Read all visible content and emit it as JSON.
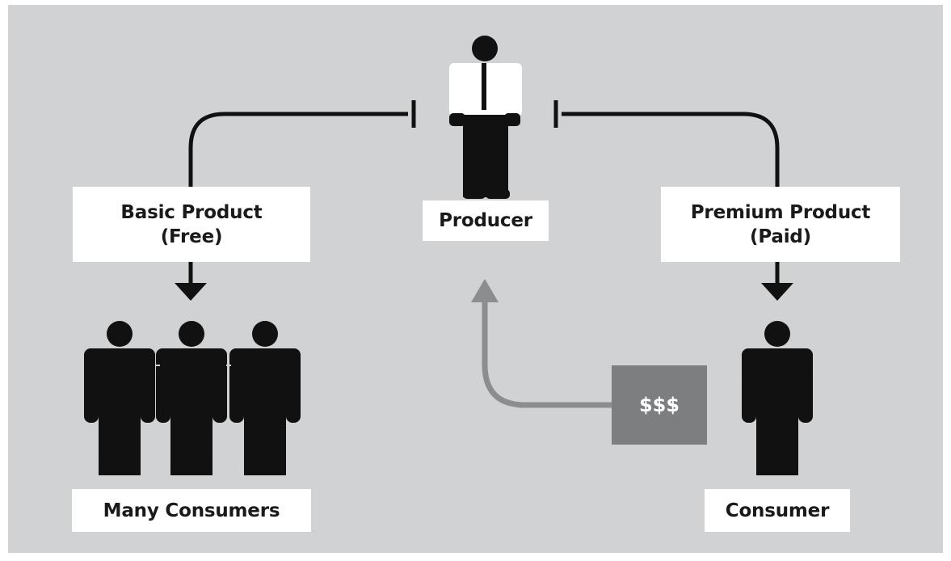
{
  "colors": {
    "background": "#d1d2d4",
    "figure": "#111111",
    "shirt": "#ffffff",
    "money_box": "#7d7e80",
    "money_arrow": "#8c8d8f",
    "label_bg": "#ffffff"
  },
  "labels": {
    "producer": "Producer",
    "basic_product": [
      "Basic Product",
      "(Free)"
    ],
    "premium_product": [
      "Premium Product",
      "(Paid)"
    ],
    "many_consumers": "Many Consumers",
    "consumer": "Consumer",
    "money": "$$$"
  },
  "icons": [
    "producer-figure-icon",
    "consumer-figure-icon",
    "group-of-consumers-icon"
  ]
}
